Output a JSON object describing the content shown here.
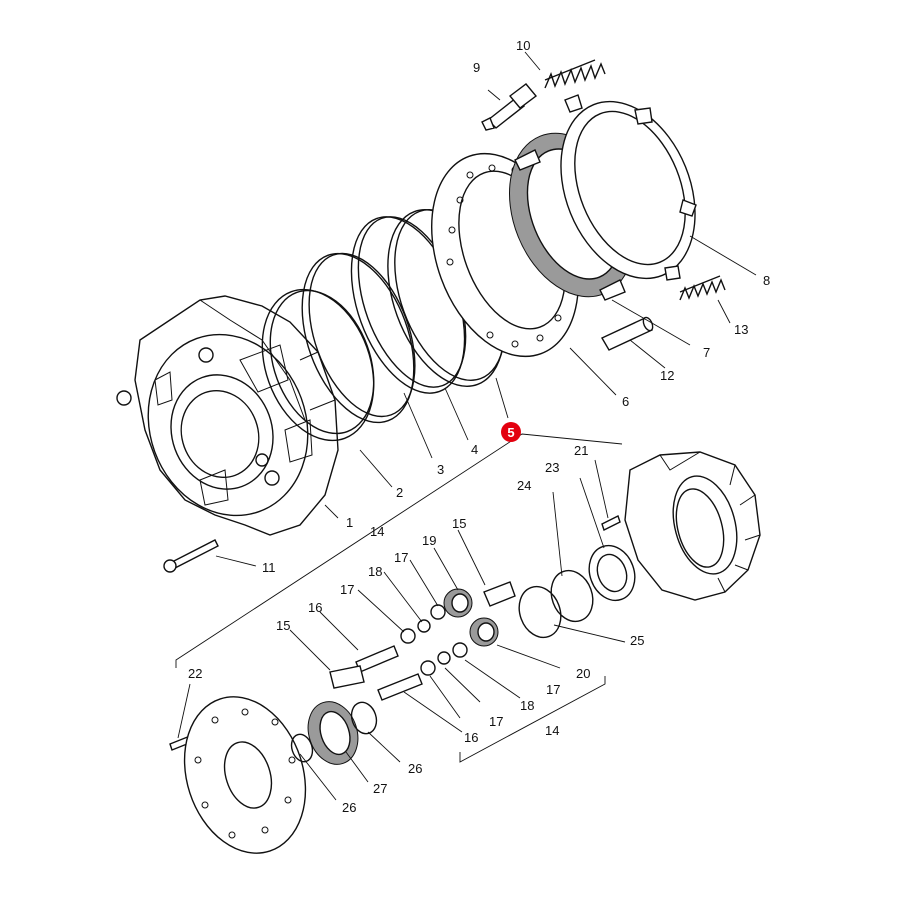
{
  "callouts": {
    "c1": "1",
    "c2": "2",
    "c3": "3",
    "c4": "4",
    "c5": "5",
    "c6": "6",
    "c7": "7",
    "c8": "8",
    "c9": "9",
    "c10": "10",
    "c11": "11",
    "c12": "12",
    "c13": "13",
    "c14a": "14",
    "c14b": "14",
    "c15a": "15",
    "c15b": "15",
    "c16a": "16",
    "c16b": "16",
    "c17a": "17",
    "c17b": "17",
    "c17c": "17",
    "c17d": "17",
    "c18a": "18",
    "c18b": "18",
    "c19": "19",
    "c20": "20",
    "c21": "21",
    "c22": "22",
    "c23": "23",
    "c24": "24",
    "c25": "25",
    "c26a": "26",
    "c26b": "26",
    "c27": "27"
  },
  "highlight": {
    "number": "5",
    "color": "#e3000f"
  }
}
